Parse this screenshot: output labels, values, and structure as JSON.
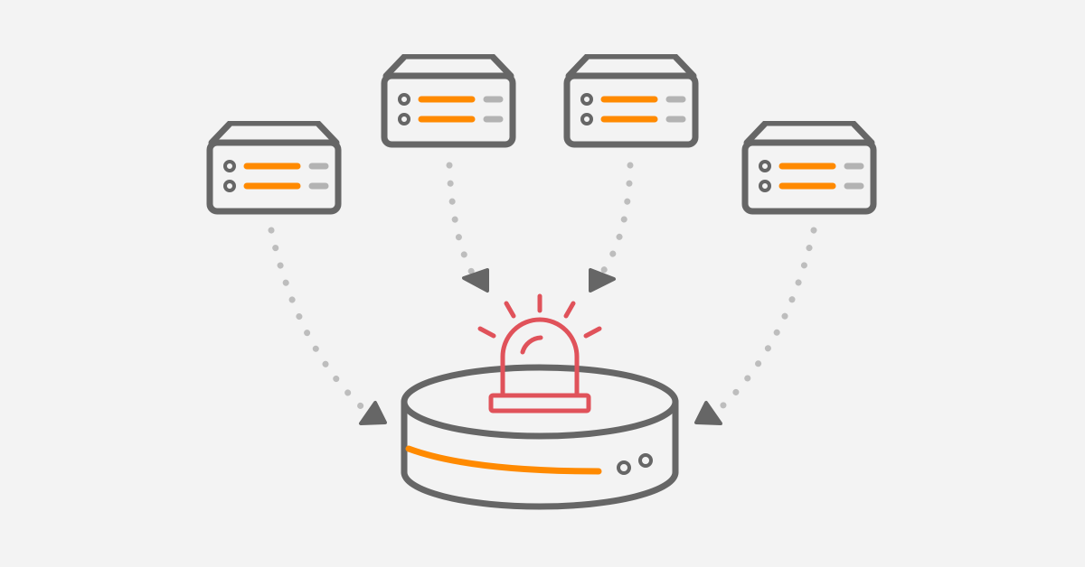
{
  "colors": {
    "background": "#f3f3f3",
    "outline": "#666666",
    "accent": "#ff8a00",
    "secondary": "#b3b3b3",
    "dots": "#bdbdbd",
    "alert": "#e0525a"
  },
  "nodes": {
    "servers": [
      {
        "id": "server-left",
        "icon": "server-icon",
        "drive_lights": 2
      },
      {
        "id": "server-center-left",
        "icon": "server-icon",
        "drive_lights": 2
      },
      {
        "id": "server-center-right",
        "icon": "server-icon",
        "drive_lights": 2
      },
      {
        "id": "server-right",
        "icon": "server-icon",
        "drive_lights": 2
      }
    ],
    "hub": {
      "id": "monitoring-hub",
      "icon": "database-disk-icon",
      "alert_icon": "siren-icon"
    }
  },
  "edges": [
    {
      "from": "server-left",
      "to": "monitoring-hub",
      "style": "dotted",
      "arrow": "end"
    },
    {
      "from": "server-center-left",
      "to": "monitoring-hub",
      "style": "dotted",
      "arrow": "end"
    },
    {
      "from": "server-center-right",
      "to": "monitoring-hub",
      "style": "dotted",
      "arrow": "end"
    },
    {
      "from": "server-right",
      "to": "monitoring-hub",
      "style": "dotted",
      "arrow": "end"
    }
  ]
}
